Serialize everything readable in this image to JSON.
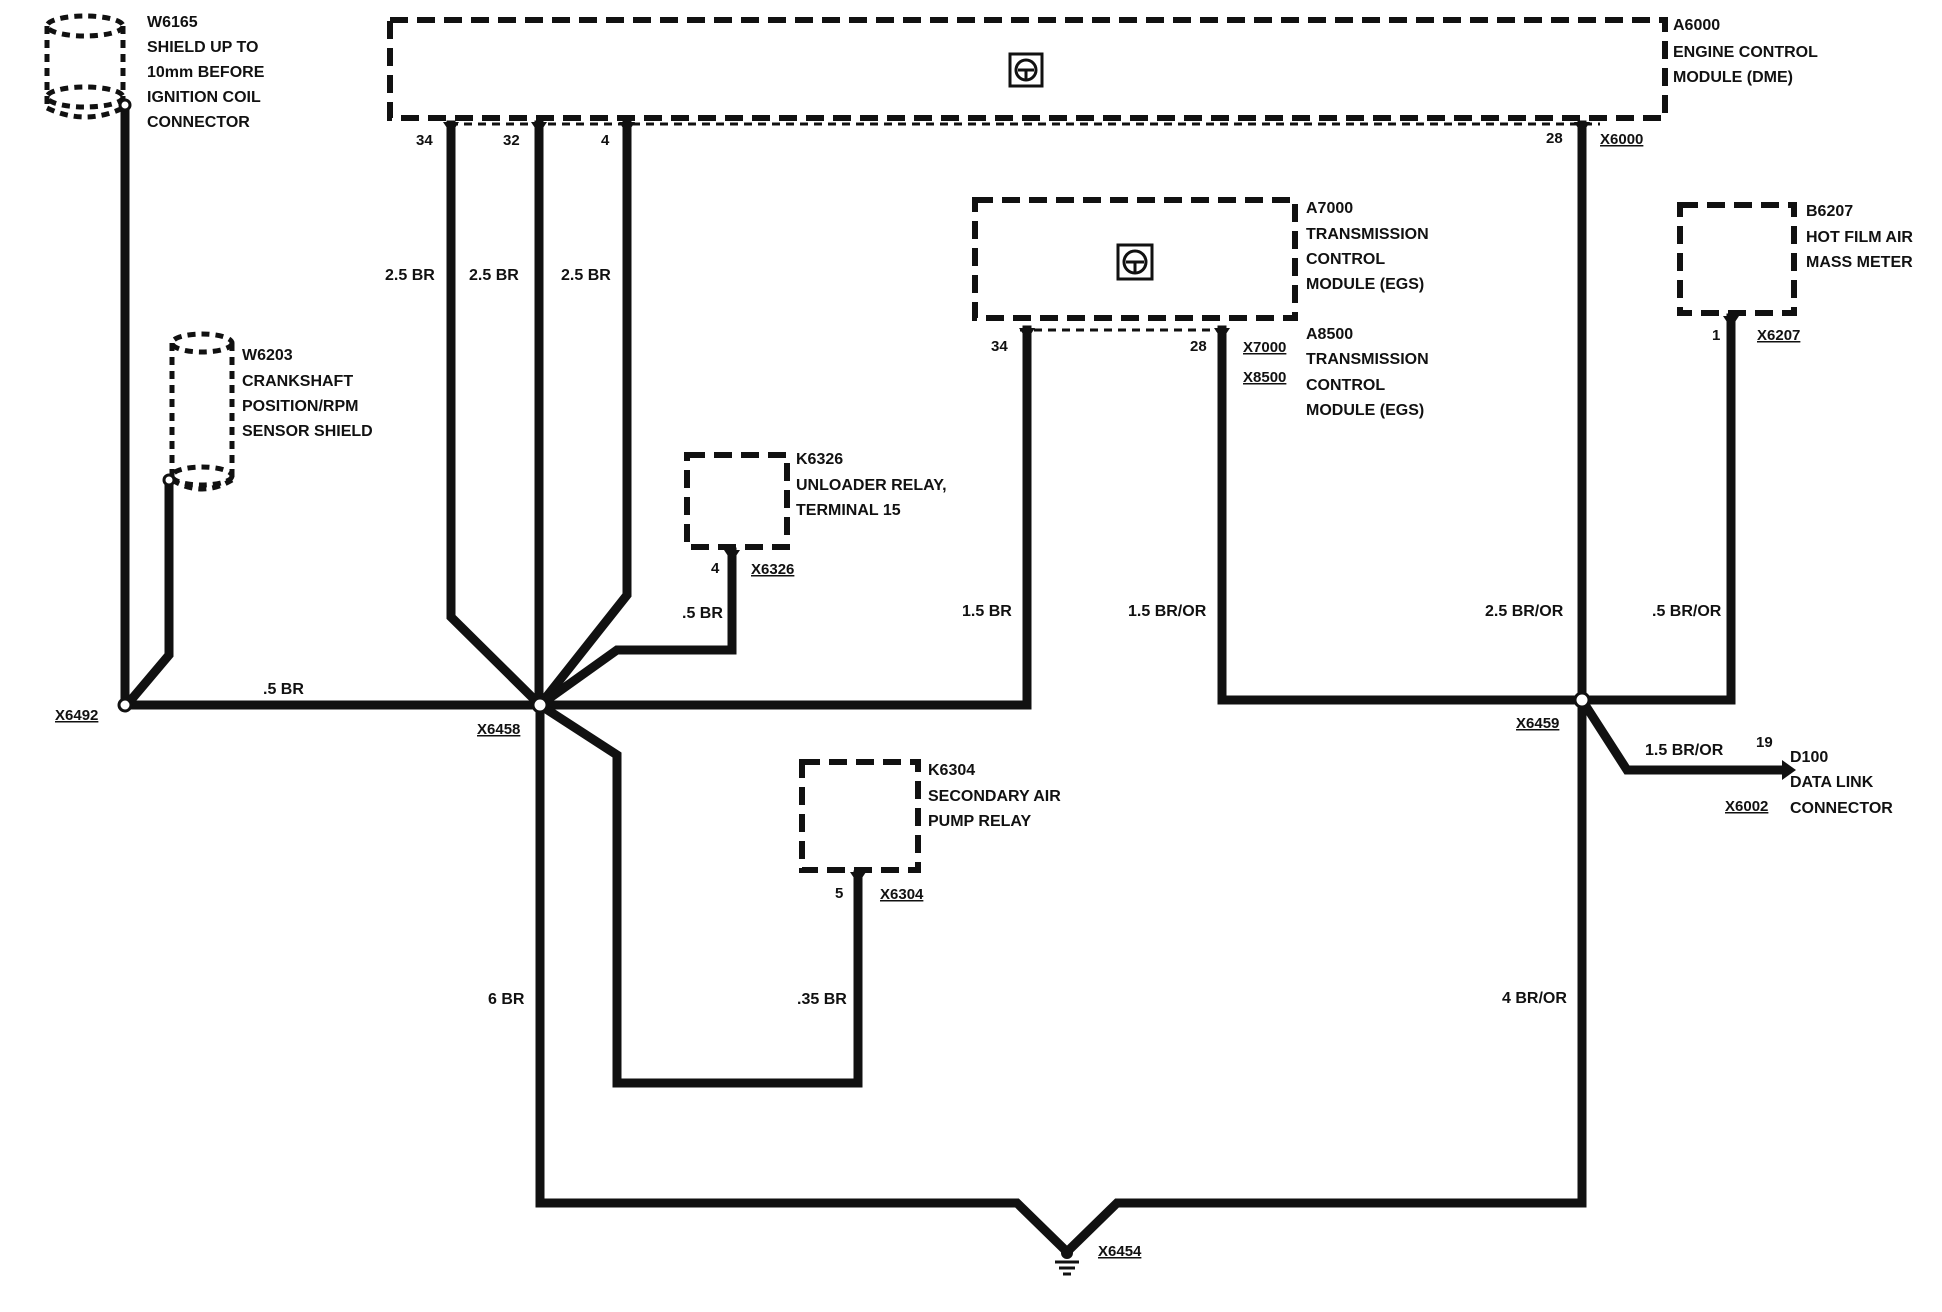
{
  "components": {
    "a6000": {
      "id": "A6000",
      "line1": "ENGINE CONTROL",
      "line2": "MODULE (DME)",
      "connector": "X6000",
      "pins": [
        "34",
        "32",
        "4",
        "28"
      ]
    },
    "a7000": {
      "id": "A7000",
      "line1": "TRANSMISSION",
      "line2": "CONTROL",
      "line3": "MODULE (EGS)",
      "connector": "X7000",
      "pins": [
        "34",
        "28"
      ]
    },
    "a8500": {
      "id": "A8500",
      "line1": "TRANSMISSION",
      "line2": "CONTROL",
      "line3": "MODULE (EGS)",
      "connector": "X8500"
    },
    "b6207": {
      "id": "B6207",
      "line1": "HOT FILM AIR",
      "line2": "MASS METER",
      "connector": "X6207",
      "pin": "1"
    },
    "k6326": {
      "id": "K6326",
      "line1": "UNLOADER RELAY,",
      "line2": "TERMINAL 15",
      "connector": "X6326",
      "pin": "4"
    },
    "k6304": {
      "id": "K6304",
      "line1": "SECONDARY AIR",
      "line2": "PUMP RELAY",
      "connector": "X6304",
      "pin": "5"
    },
    "w6165": {
      "id": "W6165",
      "line1": "SHIELD UP TO",
      "line2": "10mm BEFORE",
      "line3": "IGNITION COIL",
      "line4": "CONNECTOR"
    },
    "w6203": {
      "id": "W6203",
      "line1": "CRANKSHAFT",
      "line2": "POSITION/RPM",
      "line3": "SENSOR SHIELD"
    },
    "d100": {
      "id": "D100",
      "line1": "DATA LINK",
      "line2": "CONNECTOR",
      "connector": "X6002",
      "pin": "19"
    }
  },
  "splices": {
    "x6492": "X6492",
    "x6458": "X6458",
    "x6459": "X6459",
    "ground": "X6454"
  },
  "wires": {
    "pin34_dme": "2.5 BR",
    "pin32_dme": "2.5 BR",
    "pin4_dme": "2.5 BR",
    "w6165_to_x6458": ".5 BR",
    "k6326": ".5 BR",
    "egs_34": "1.5 BR",
    "egs_28": "1.5 BR/OR",
    "dme_28": "2.5 BR/OR",
    "maf": ".5 BR/OR",
    "data_link": "1.5 BR/OR",
    "k6304": ".35 BR",
    "x6458_ground": "6 BR",
    "x6459_ground": "4 BR/OR"
  },
  "icons": [
    "module-symbol-icon",
    "ground-icon",
    "splice-icon",
    "pin-arrow-icon"
  ]
}
